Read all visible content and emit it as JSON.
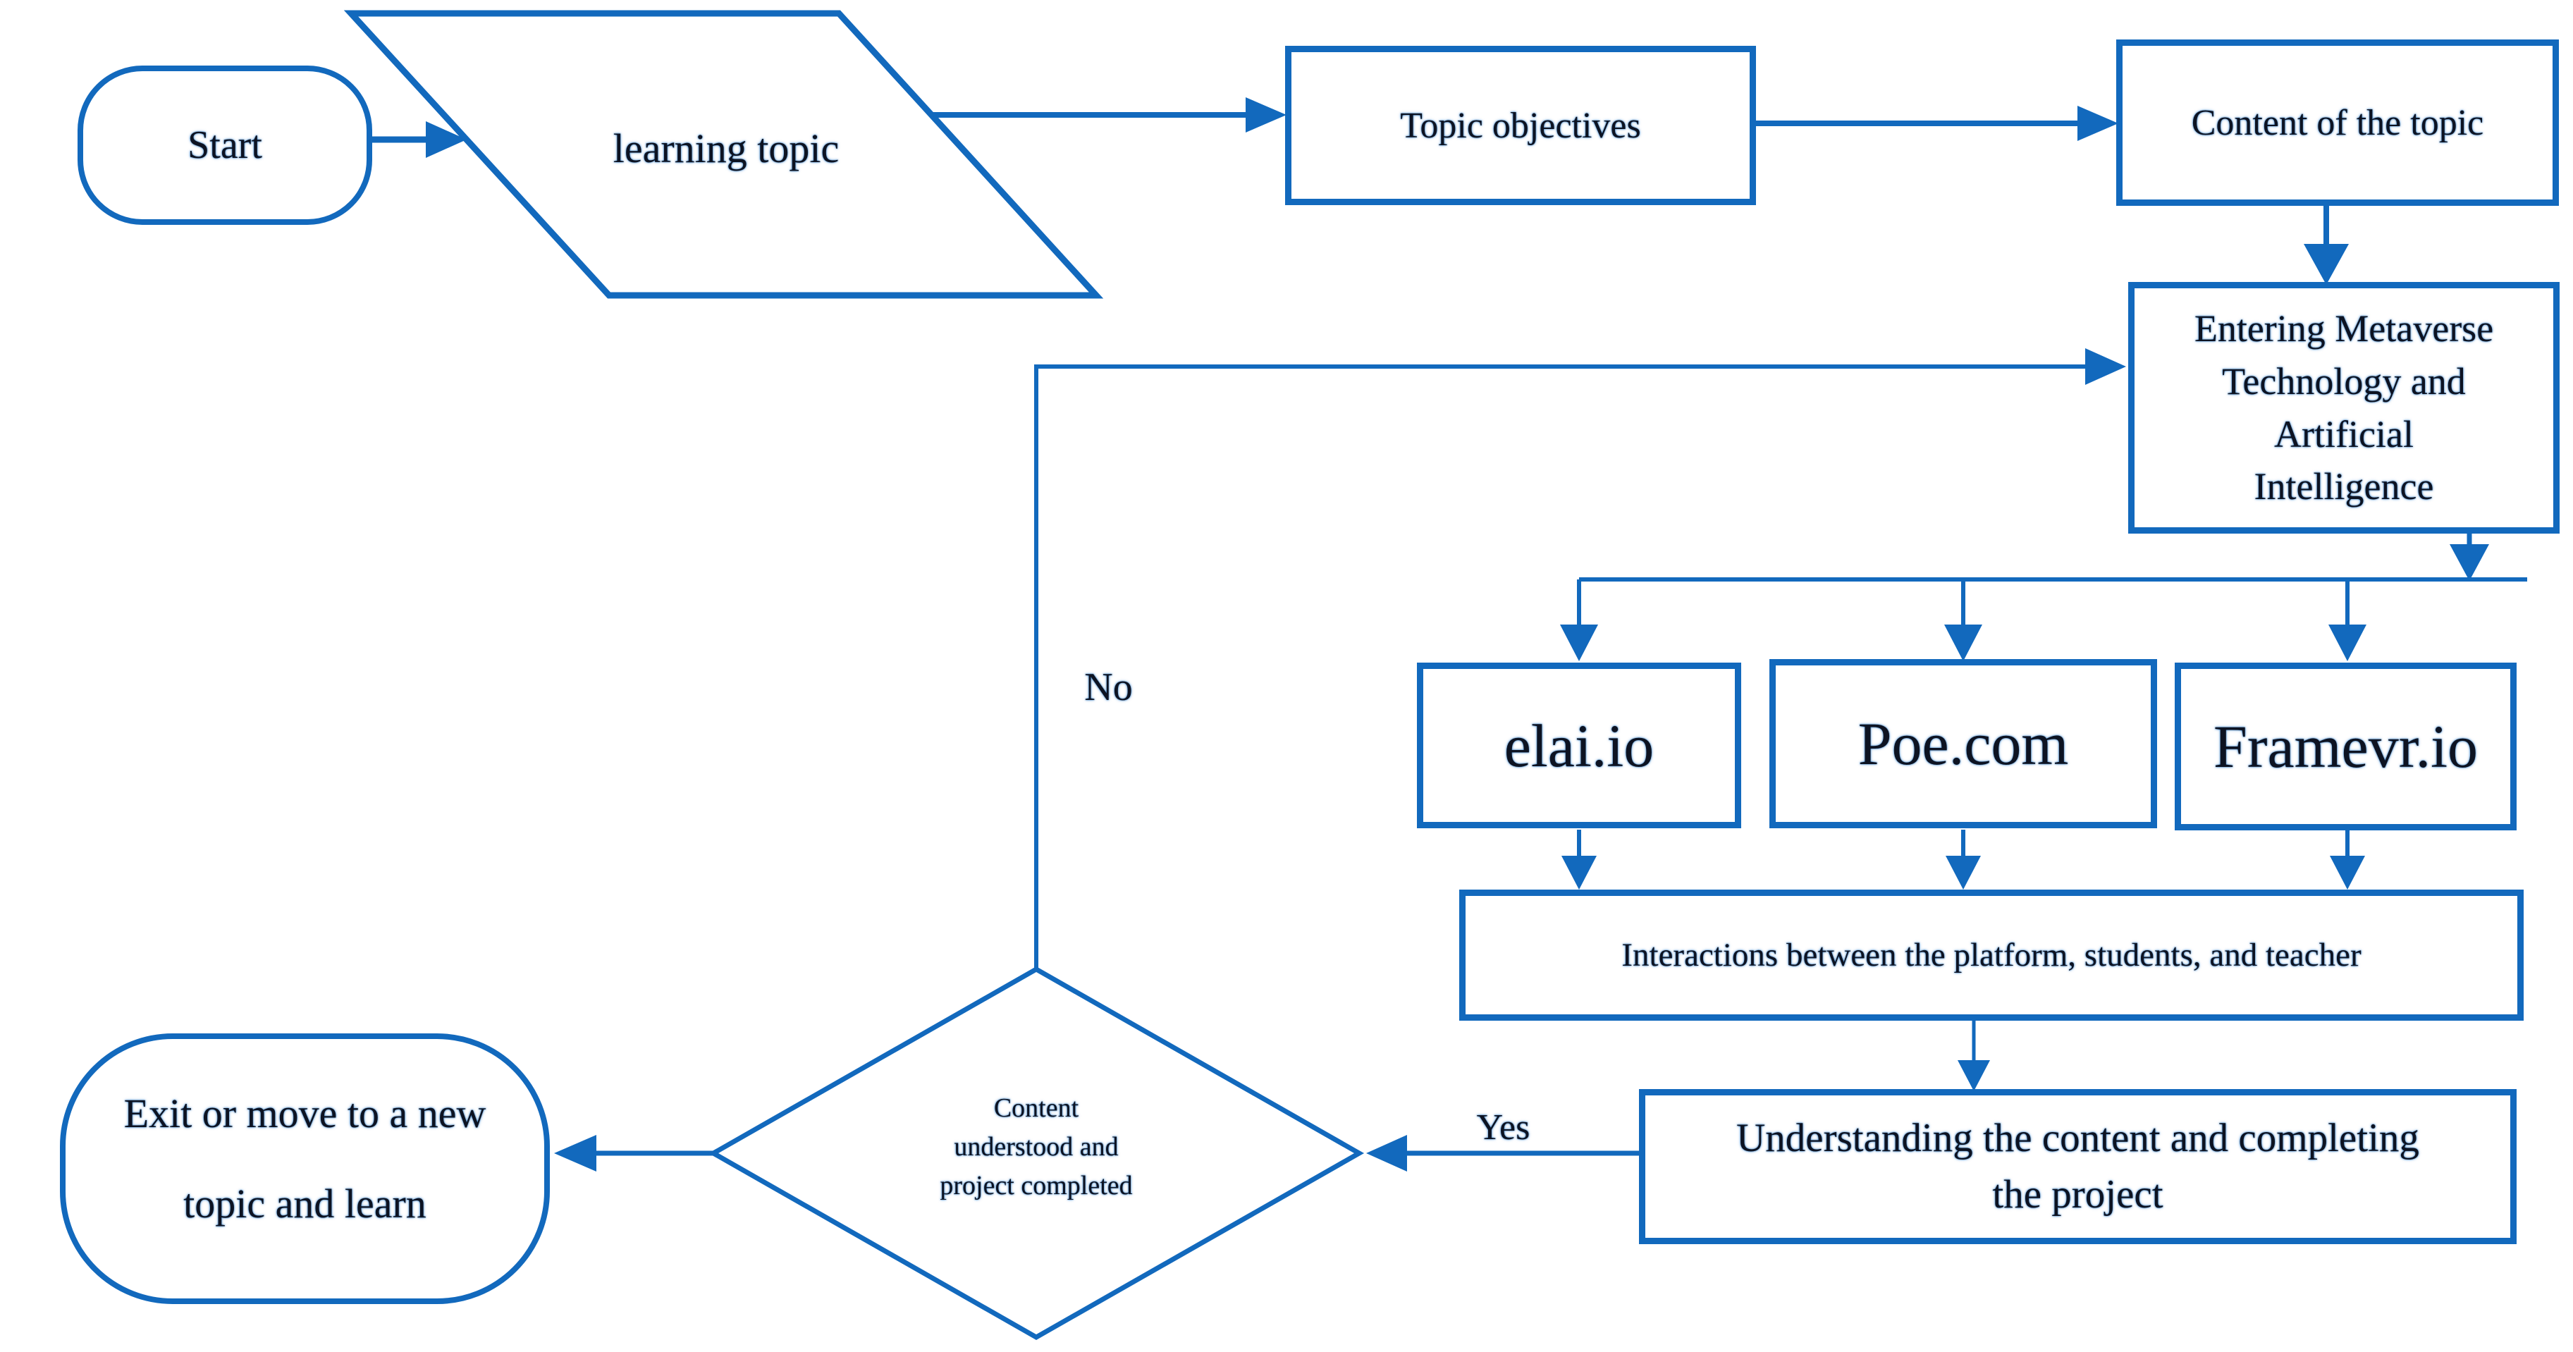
{
  "figure": {
    "type": "flowchart",
    "colors": {
      "line_blue": "#1269bd",
      "text_dark": "#0d1322",
      "background": "#ffffff"
    },
    "nodes": {
      "start": {
        "shape": "terminator",
        "label": "Start"
      },
      "learning_topic": {
        "shape": "parallelogram",
        "label": "learning topic"
      },
      "topic_objectives": {
        "shape": "rectangle",
        "label": "Topic objectives"
      },
      "content_of_the_topic": {
        "shape": "rectangle",
        "label": "Content of the topic"
      },
      "entering_metaverse": {
        "shape": "rectangle",
        "label_lines": [
          "Entering Metaverse",
          "Technology and",
          "Artificial",
          "Intelligence"
        ]
      },
      "elai": {
        "shape": "rectangle",
        "label": "elai.io"
      },
      "poe": {
        "shape": "rectangle",
        "label": "Poe.com"
      },
      "framevr": {
        "shape": "rectangle",
        "label": "Framevr.io"
      },
      "interactions": {
        "shape": "rectangle",
        "label": "Interactions between the platform, students, and teacher"
      },
      "understanding": {
        "shape": "rectangle",
        "label_lines": [
          "Understanding the content and completing",
          "the project"
        ]
      },
      "decision": {
        "shape": "diamond",
        "label_lines": [
          "Content",
          "understood and",
          "project completed"
        ]
      },
      "exit": {
        "shape": "terminator",
        "label_lines": [
          "Exit or move to a new",
          "topic and learn"
        ]
      }
    },
    "edge_labels": {
      "yes": "Yes",
      "no": "No"
    }
  }
}
